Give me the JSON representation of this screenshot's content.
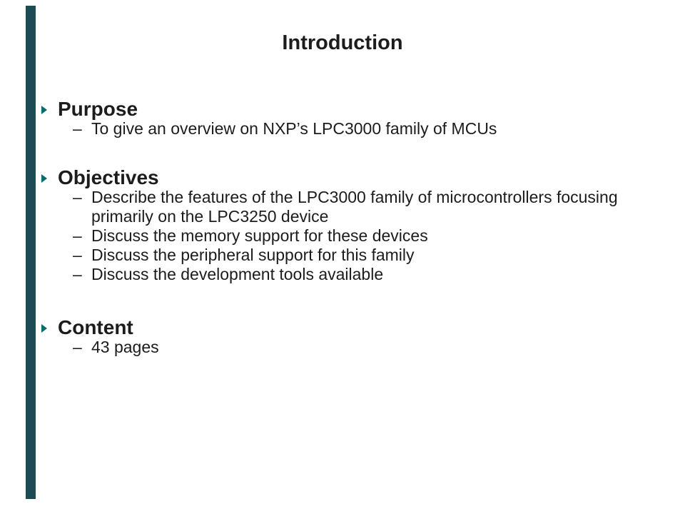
{
  "colors": {
    "background": "#ffffff",
    "text": "#1c1c1c",
    "bullet_teal": "#0f6872",
    "left_bar_teal": "#1d4b54"
  },
  "slide": {
    "title": "Introduction",
    "dash_glyph": "–",
    "sections": [
      {
        "heading": "Purpose",
        "items": [
          {
            "lines": [
              "To give an overview on NXP’s LPC3000 family of MCUs"
            ]
          }
        ]
      },
      {
        "heading": "Objectives",
        "items": [
          {
            "lines": [
              "Describe the features of the LPC3000 family of microcontrollers focusing",
              "primarily on the LPC3250 device"
            ]
          },
          {
            "lines": [
              "Discuss the memory support for these devices"
            ]
          },
          {
            "lines": [
              "Discuss the peripheral support for this family"
            ]
          },
          {
            "lines": [
              "Discuss the development tools available"
            ]
          }
        ]
      },
      {
        "heading": "Content",
        "items": [
          {
            "lines": [
              "43 pages"
            ]
          }
        ]
      }
    ]
  }
}
